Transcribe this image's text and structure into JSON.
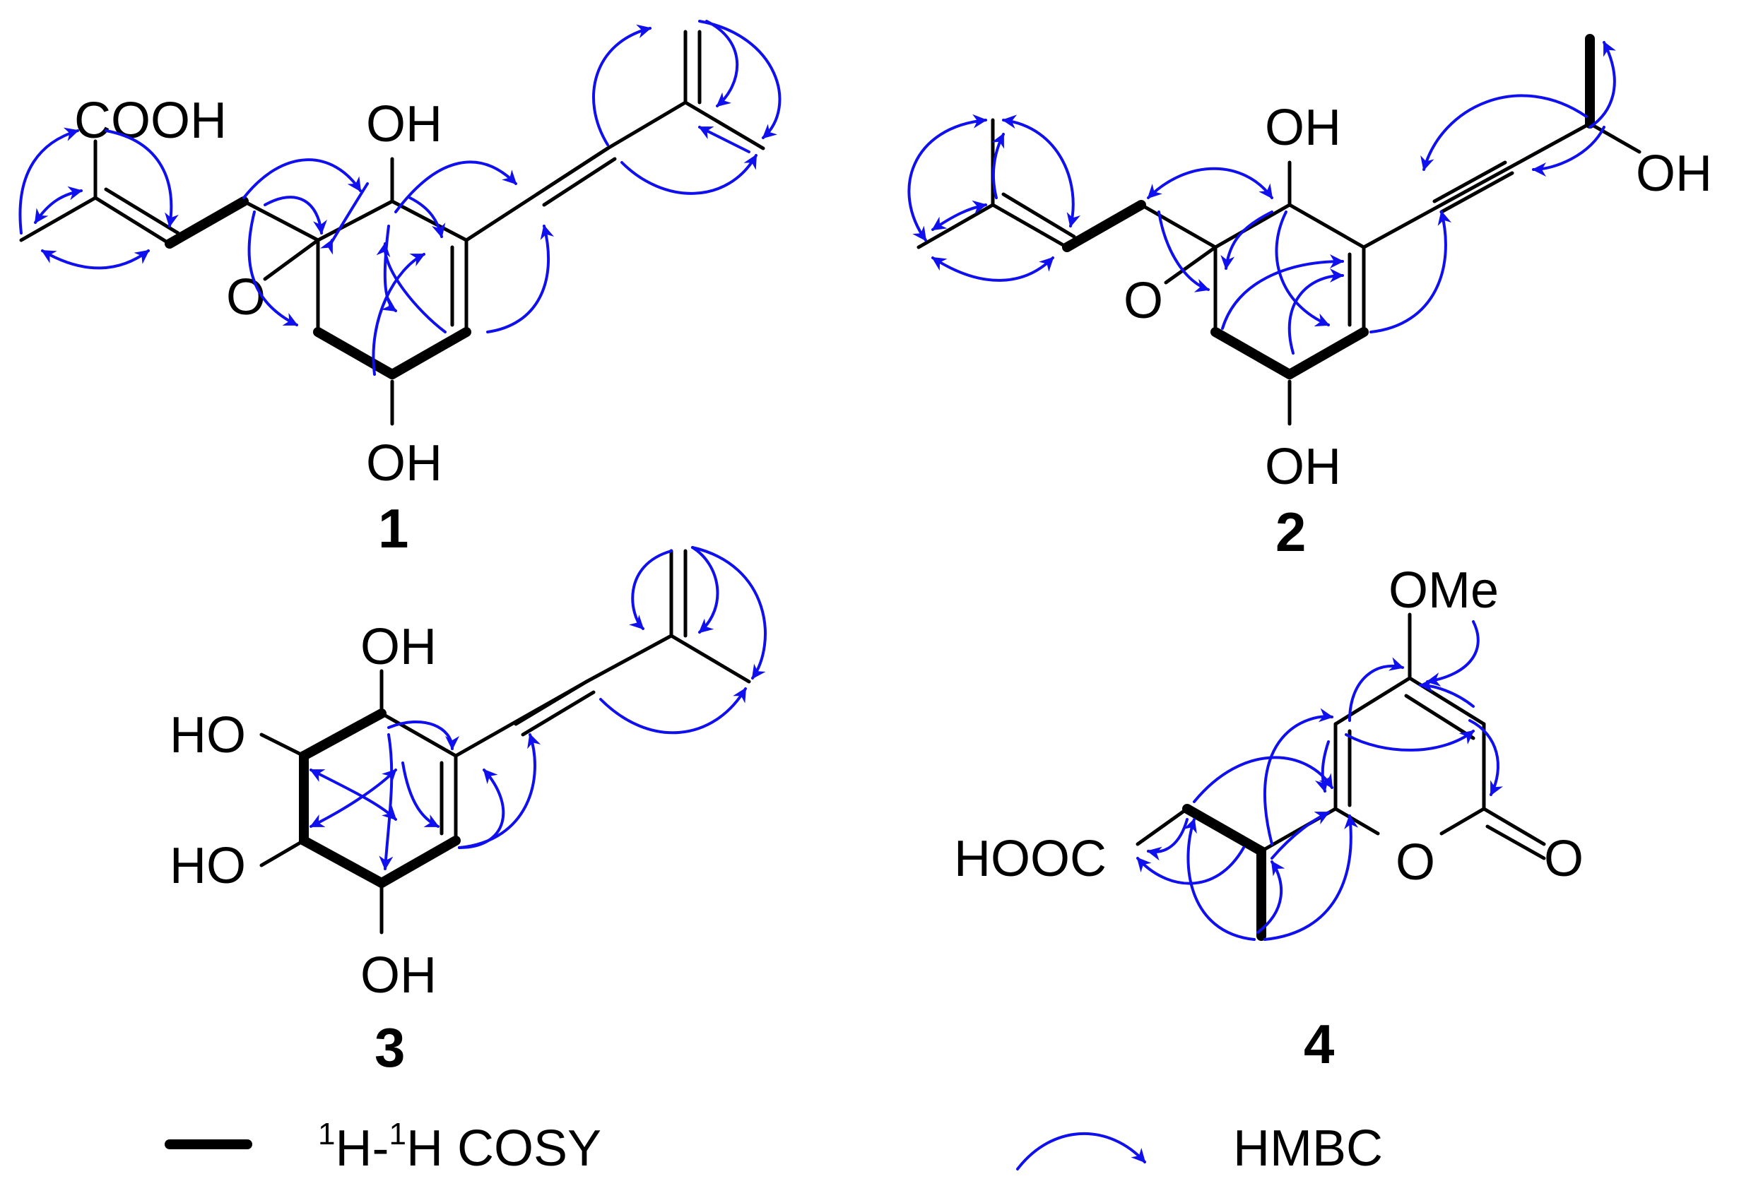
{
  "compounds": [
    {
      "number": "1",
      "labels": {
        "cooh": "COOH",
        "oh_top": "OH",
        "o_epoxide": "O",
        "oh_bottom": "OH"
      }
    },
    {
      "number": "2",
      "labels": {
        "oh_top": "OH",
        "o_epoxide": "O",
        "oh_bottom": "OH",
        "oh_right": "OH"
      }
    },
    {
      "number": "3",
      "labels": {
        "oh_top": "OH",
        "ho_upper": "HO",
        "ho_lower": "HO",
        "oh_bottom": "OH"
      }
    },
    {
      "number": "4",
      "labels": {
        "ome": "OMe",
        "hooc": "HOOC",
        "o_ring": "O",
        "o_carbonyl": "O"
      }
    }
  ],
  "legend": {
    "cosy": {
      "sup1": "1",
      "h1": "H-",
      "sup2": "1",
      "h2": "H COSY"
    },
    "hmbc": {
      "label": "HMBC"
    }
  },
  "colors": {
    "hmbc_arrow": "#1010ee",
    "bond": "#000000"
  }
}
